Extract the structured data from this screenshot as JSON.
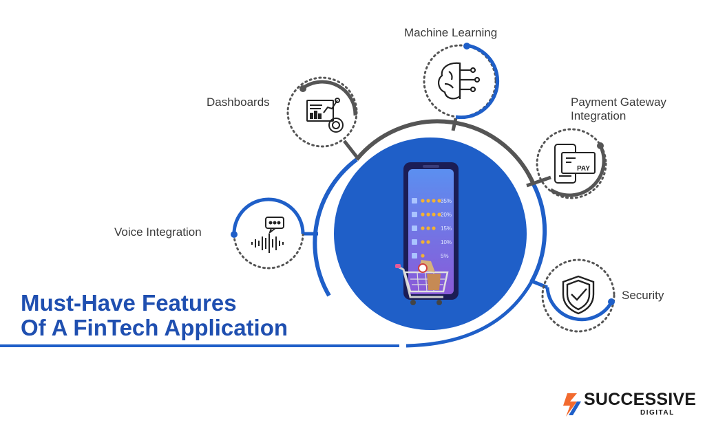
{
  "title": {
    "line1": "Must-Have Features",
    "line2": "Of A FinTech Application"
  },
  "features": [
    {
      "id": "machine-learning",
      "label": "Machine Learning",
      "icon": "brain-circuit-icon"
    },
    {
      "id": "dashboards",
      "label": "Dashboards",
      "icon": "dashboard-chart-icon"
    },
    {
      "id": "payment-gateway",
      "label_line1": "Payment Gateway",
      "label_line2": "Integration",
      "icon": "card-pay-icon"
    },
    {
      "id": "voice-integration",
      "label": "Voice Integration",
      "icon": "voice-wave-icon"
    },
    {
      "id": "security",
      "label": "Security",
      "icon": "shield-check-icon"
    }
  ],
  "phone_screen": {
    "percents": [
      "35%",
      "20%",
      "15%",
      "10%",
      "5%"
    ]
  },
  "logo": {
    "name": "SUCCESSIVE",
    "sub": "DIGITAL",
    "icon": "successive-logo-icon"
  },
  "colors": {
    "blue": "#1f5fc8",
    "dark_blue": "#1f4fb0",
    "gray": "#555555",
    "text": "#3a3a3a"
  }
}
